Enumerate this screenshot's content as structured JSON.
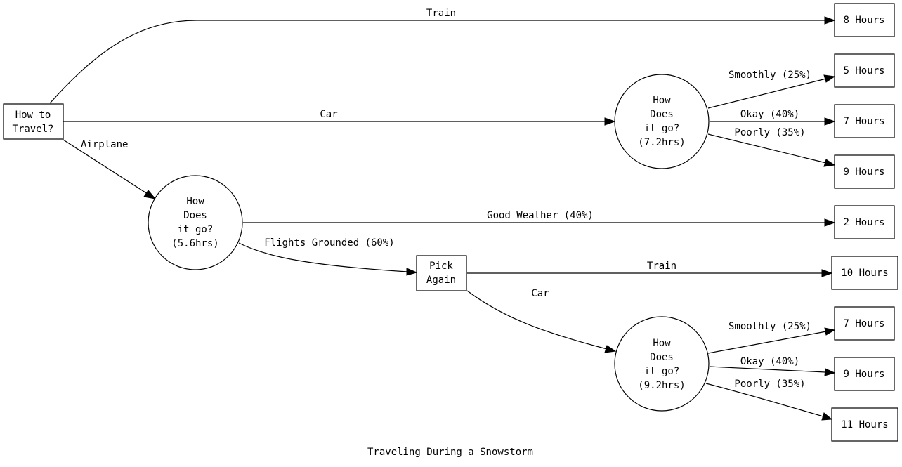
{
  "title": "Traveling During a Snowstorm",
  "colors": {
    "stroke": "#000000",
    "background": "#ffffff",
    "text": "#000000"
  },
  "nodes": {
    "start": {
      "lines": [
        "How to",
        "Travel?"
      ],
      "shape": "box"
    },
    "car_chance": {
      "lines": [
        "How",
        "Does",
        "it go?",
        "(7.2hrs)"
      ],
      "shape": "circle"
    },
    "air_chance": {
      "lines": [
        "How",
        "Does",
        "it go?",
        "(5.6hrs)"
      ],
      "shape": "circle"
    },
    "pick_again": {
      "lines": [
        "Pick",
        "Again"
      ],
      "shape": "box"
    },
    "car2_chance": {
      "lines": [
        "How",
        "Does",
        "it go?",
        "(9.2hrs)"
      ],
      "shape": "circle"
    },
    "train_out": {
      "lines": [
        "8 Hours"
      ],
      "shape": "box"
    },
    "car_smooth": {
      "lines": [
        "5 Hours"
      ],
      "shape": "box"
    },
    "car_okay": {
      "lines": [
        "7 Hours"
      ],
      "shape": "box"
    },
    "car_poor": {
      "lines": [
        "9 Hours"
      ],
      "shape": "box"
    },
    "air_good": {
      "lines": [
        "2 Hours"
      ],
      "shape": "box"
    },
    "train2_out": {
      "lines": [
        "10 Hours"
      ],
      "shape": "box"
    },
    "car2_smooth": {
      "lines": [
        "7 Hours"
      ],
      "shape": "box"
    },
    "car2_okay": {
      "lines": [
        "9 Hours"
      ],
      "shape": "box"
    },
    "car2_poor": {
      "lines": [
        "11 Hours"
      ],
      "shape": "box"
    }
  },
  "edges": [
    {
      "from": "start",
      "to": "train_out",
      "label": "Train"
    },
    {
      "from": "start",
      "to": "car_chance",
      "label": "Car"
    },
    {
      "from": "start",
      "to": "air_chance",
      "label": "Airplane"
    },
    {
      "from": "car_chance",
      "to": "car_smooth",
      "label": "Smoothly (25%)"
    },
    {
      "from": "car_chance",
      "to": "car_okay",
      "label": "Okay (40%)"
    },
    {
      "from": "car_chance",
      "to": "car_poor",
      "label": "Poorly (35%)"
    },
    {
      "from": "air_chance",
      "to": "air_good",
      "label": "Good Weather (40%)"
    },
    {
      "from": "air_chance",
      "to": "pick_again",
      "label": "Flights Grounded (60%)"
    },
    {
      "from": "pick_again",
      "to": "train2_out",
      "label": "Train"
    },
    {
      "from": "pick_again",
      "to": "car2_chance",
      "label": "Car"
    },
    {
      "from": "car2_chance",
      "to": "car2_smooth",
      "label": "Smoothly (25%)"
    },
    {
      "from": "car2_chance",
      "to": "car2_okay",
      "label": "Okay (40%)"
    },
    {
      "from": "car2_chance",
      "to": "car2_poor",
      "label": "Poorly (35%)"
    }
  ]
}
